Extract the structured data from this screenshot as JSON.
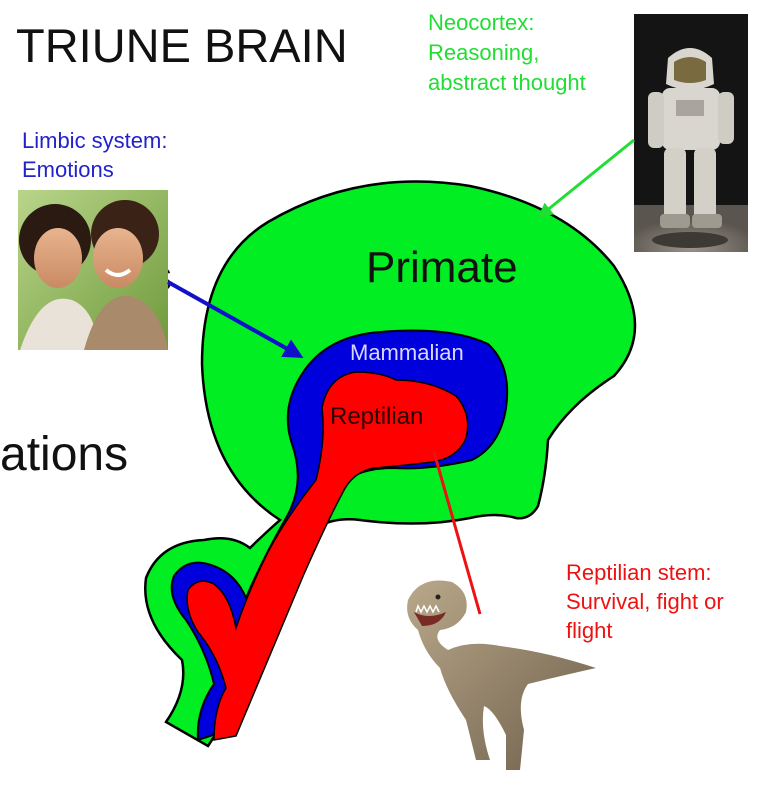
{
  "title": "TRIUNE BRAIN",
  "bleed_text": {
    "fragment_1": "s",
    "fragment_2": "ations"
  },
  "regions": {
    "primate": "Primate",
    "mammalian": "Mammalian",
    "reptilian": "Reptilian"
  },
  "callouts": {
    "neocortex": [
      "Neocortex:",
      "Reasoning,",
      "abstract thought"
    ],
    "limbic": [
      "Limbic system:",
      "Emotions"
    ],
    "reptilian_stem": [
      "Reptilian stem:",
      "Survival, fight or",
      "flight"
    ]
  },
  "colors": {
    "primate": "#00ee22",
    "mammalian": "#0000dd",
    "reptilian": "#ff0000",
    "neocortex_label": "#22dd33",
    "limbic_label": "#2222cc",
    "reptilian_label": "#ee1111",
    "text": "#111111"
  },
  "photos": {
    "astronaut": "astronaut-photo",
    "couple": "couple-photo",
    "dinosaur": "dinosaur-photo"
  }
}
